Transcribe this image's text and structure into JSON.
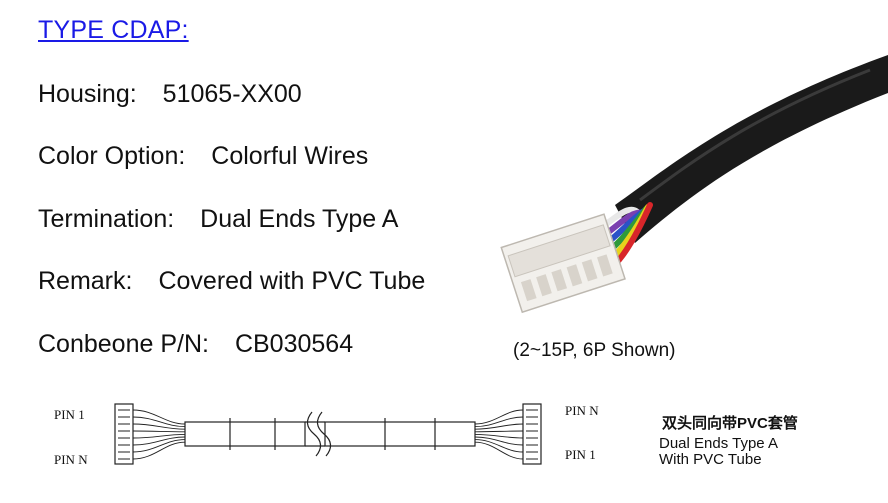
{
  "title": "TYPE CDAP:",
  "specs": [
    {
      "label": "Housing:",
      "value": "51065-XX00"
    },
    {
      "label": "Color Option:",
      "value": "Colorful Wires"
    },
    {
      "label": "Termination:",
      "value": "Dual Ends Type A"
    },
    {
      "label": "Remark:",
      "value": "Covered with PVC Tube"
    },
    {
      "label": "Conbeone P/N:",
      "value": "CB030564"
    }
  ],
  "photo_caption": "(2~15P, 6P Shown)",
  "diagram": {
    "left_top": "PIN 1",
    "left_bottom": "PIN N",
    "right_top": "PIN N",
    "right_bottom": "PIN 1",
    "caption_cn": "双头同向带PVC套管",
    "caption_en_1": "Dual Ends Type A",
    "caption_en_2": "With PVC Tube"
  },
  "wire_colors": [
    "#e8e8e8",
    "#7a3fb0",
    "#2a52c8",
    "#2e9a3a",
    "#e6d21c",
    "#d8262a"
  ],
  "accent_color": "#1a1ae6"
}
